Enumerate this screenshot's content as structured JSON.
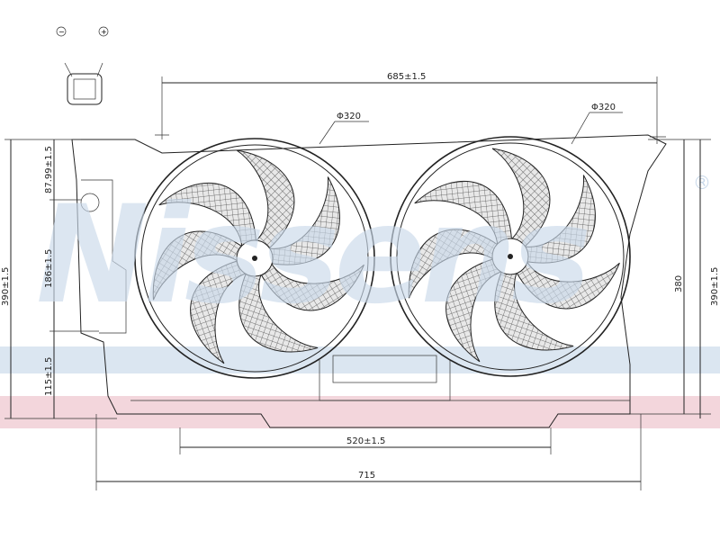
{
  "watermark": {
    "brand": "Nissens",
    "registered": "®",
    "color": "#c9d9ea",
    "band_color": "#f3d6dc"
  },
  "connector": {
    "minus": "−",
    "plus": "+"
  },
  "dimensions": {
    "top_span": "685±1.5",
    "fan_left_diameter": "Φ320",
    "fan_right_diameter": "Φ320",
    "bottom_inner": "520±1.5",
    "bottom_overall": "715",
    "left_total": "390±1.5",
    "left_upper": "87.99±1.5",
    "left_middle": "186±1.5",
    "left_lower": "115±1.5",
    "right_inner": "380",
    "right_total": "390±1.5"
  }
}
